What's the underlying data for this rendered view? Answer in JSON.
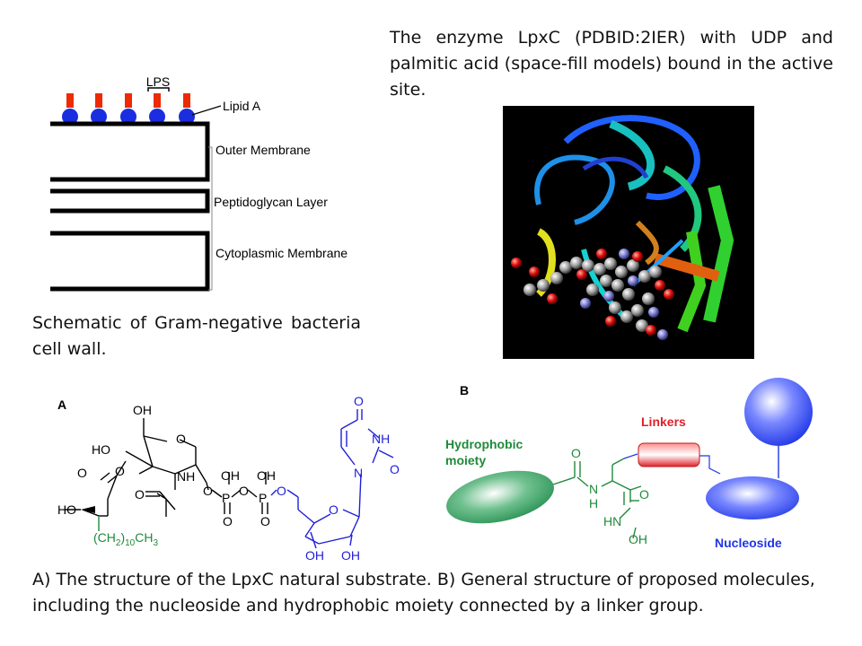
{
  "schematic": {
    "lps_label": "LPS",
    "lipid_a_label": "Lipid A",
    "outer_membrane_label": "Outer Membrane",
    "peptidoglycan_label": "Peptidoglycan Layer",
    "cytoplasmic_label": "Cytoplasmic Membrane",
    "caption": "Schematic of Gram-negative bacteria cell wall."
  },
  "enzyme": {
    "caption": "The enzyme LpxC (PDBID:2IER) with UDP and palmitic acid (space-fill models) bound in the active site."
  },
  "structure_a": {
    "panel_label": "A",
    "oh_top": "OH",
    "ho_left": "HO",
    "o_ring": "O",
    "o_ester": "O",
    "o_linker": "O",
    "nh": "NH",
    "o_acetyl": "O",
    "o_glyco": "O",
    "p1": "P",
    "p2": "P",
    "o_bridge": "O",
    "o_phos1": "O",
    "o_phos2": "O",
    "oh_p1": "OH",
    "oh_p2": "OH",
    "o_5prime": "O",
    "o_sugar": "O",
    "oh_2prime": "OH",
    "oh_3prime": "OH",
    "n_uracil": "N",
    "nh_uracil": "NH",
    "o_uracil_top": "O",
    "o_uracil_right": "O",
    "ho_chain": "HO",
    "chain_base": "(CH",
    "chain_sub1": "2",
    "chain_mid": ")",
    "chain_sub2": "10",
    "chain_end": "CH",
    "chain_sub3": "3"
  },
  "structure_b": {
    "panel_label": "B",
    "hydrophobic_line1": "Hydrophobic",
    "hydrophobic_line2": "moiety",
    "linkers_label": "Linkers",
    "nucleoside_label": "Nucleoside",
    "o_carbonyl1": "O",
    "n_amide": "N",
    "h_amide": "H",
    "o_carbonyl2": "O",
    "hn_label": "HN",
    "oh_label": "OH"
  },
  "bottom_caption": {
    "line1": "A) The structure of the LpxC natural substrate. B) General structure of proposed molecules,",
    "line2": "including the nucleoside and hydrophobic moiety connected by a linker group."
  },
  "colors": {
    "lps_red": "#ee2a00",
    "lps_blue": "#1a2ee0",
    "structure_blue": "#2020d8",
    "structure_green": "#1f8a3a",
    "linker_red": "#e0202a",
    "nucleoside_blue": "#1f36e6",
    "hydrophobic_green": "#1f8a4c"
  }
}
